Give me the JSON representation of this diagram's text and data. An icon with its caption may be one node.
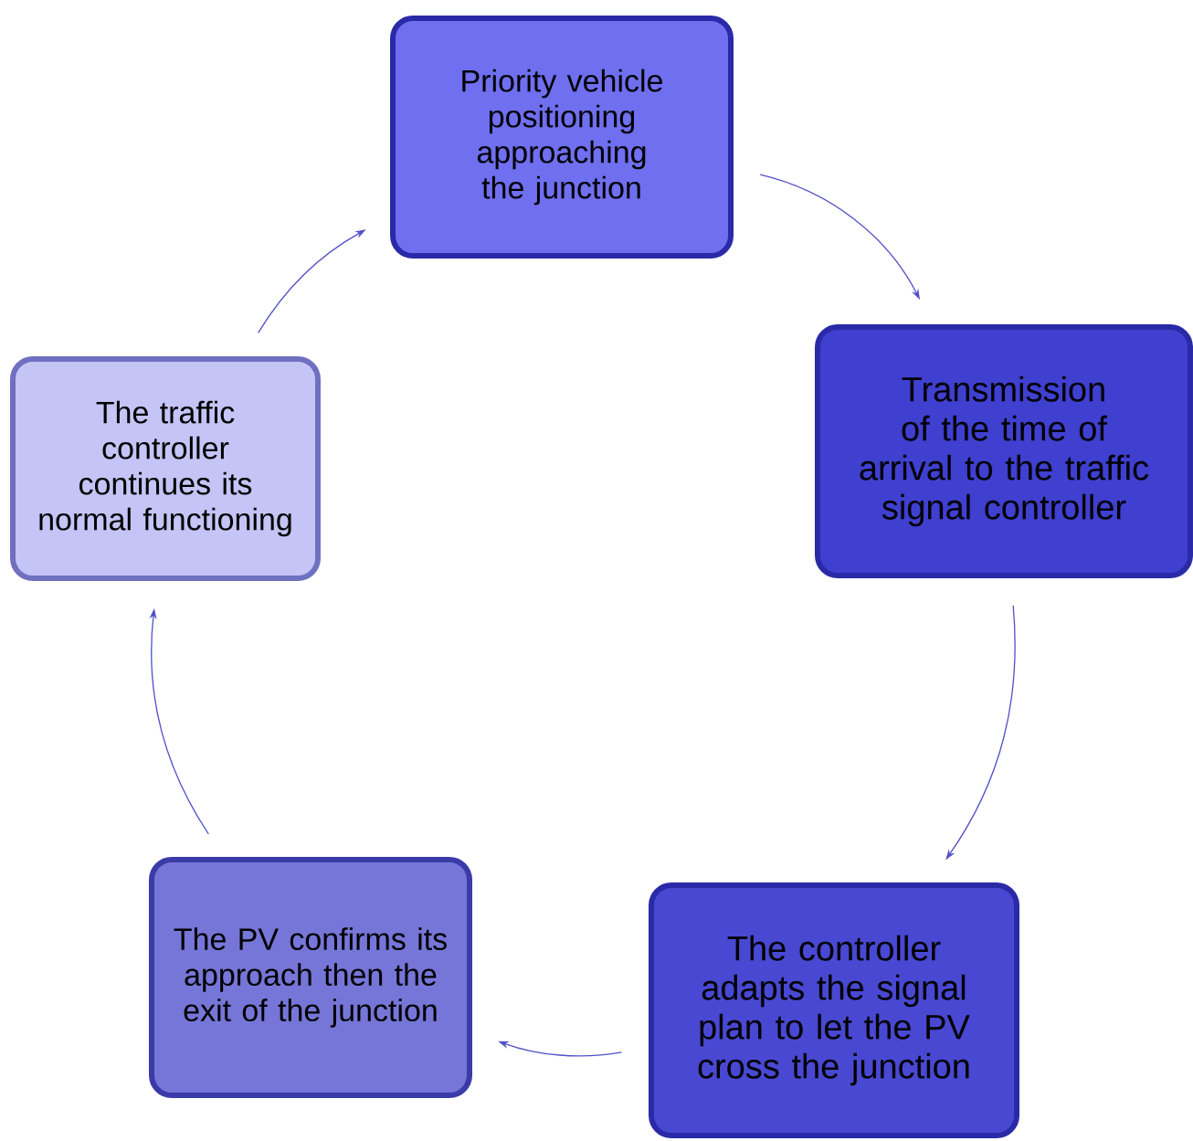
{
  "diagram": {
    "nodes": [
      {
        "text": [
          "Priority vehicle positioning approaching the junction"
        ]
      },
      {
        "text": [
          "Transmission of the time of arrival to the traffic signal controller"
        ]
      },
      {
        "text": [
          "The controller adapts the signal plan to let the PV cross the junction"
        ]
      },
      {
        "text": [
          "The PV confirms its approach then the exit of the junction"
        ]
      },
      {
        "text": [
          "The traffic controller continues its normal functioning"
        ]
      }
    ],
    "edges": [
      {
        "from": 0,
        "to": 1,
        "arrow": "to"
      },
      {
        "from": 1,
        "to": 2,
        "arrow": "to"
      },
      {
        "from": 2,
        "to": 3,
        "arrow": "to"
      },
      {
        "from": 3,
        "to": 4,
        "arrow": "to"
      },
      {
        "from": 4,
        "to": 0,
        "arrow": "to"
      }
    ]
  }
}
